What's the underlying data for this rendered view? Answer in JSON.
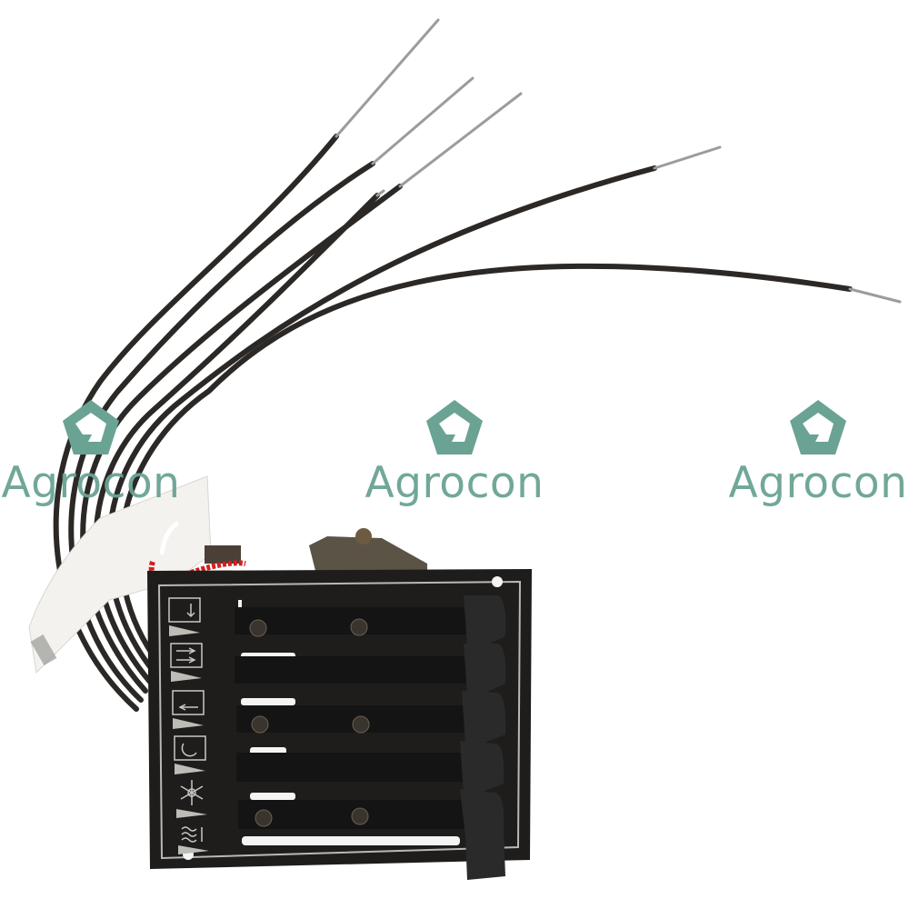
{
  "image": {
    "subject": "Heater / ventilation control panel with Bowden cables",
    "background_color": "#ffffff"
  },
  "watermarks": [
    {
      "text": "Agrocon",
      "icon": "pentagon-logo-icon",
      "color": "#6aa394"
    },
    {
      "text": "Agrocon",
      "icon": "pentagon-logo-icon",
      "color": "#6aa394"
    },
    {
      "text": "Agrocon",
      "icon": "pentagon-logo-icon",
      "color": "#6aa394"
    }
  ],
  "panel": {
    "color": "#1e1d1c",
    "border_line_color": "#b9b9b4",
    "lever_count": 5,
    "symbols": [
      {
        "name": "air-down-icon"
      },
      {
        "name": "air-both-icon"
      },
      {
        "name": "air-front-icon"
      },
      {
        "name": "recirculation-icon"
      },
      {
        "name": "snowflake-icon"
      },
      {
        "name": "defrost-icon"
      }
    ]
  },
  "cables": {
    "count": 6,
    "color": "#2a2725",
    "tip_color": "#9a9a98"
  },
  "tag": {
    "color": "#f2f1ed",
    "tie_color": "#d42020"
  }
}
